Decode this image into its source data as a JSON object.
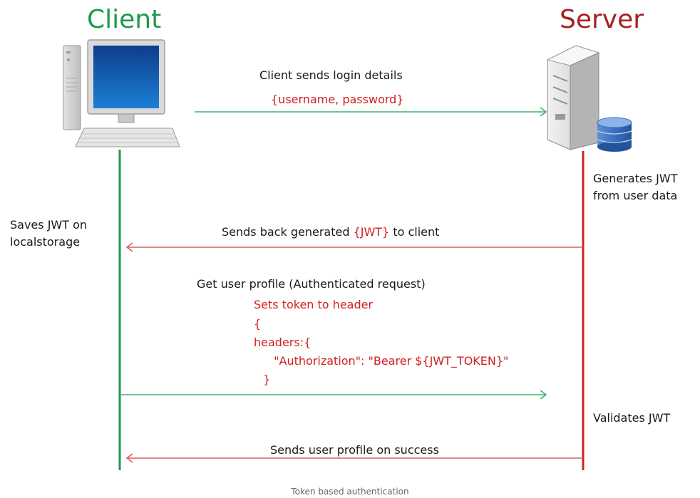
{
  "titles": {
    "client": "Client",
    "server": "Server"
  },
  "messages": {
    "login_label": "Client sends login details",
    "login_payload": "{username, password}",
    "sendback_prefix": "Sends back generated ",
    "sendback_token": "{JWT}",
    "sendback_suffix": " to client",
    "profile_request_label": "Get user profile (Authenticated request)",
    "profile_code": [
      "Sets token to header",
      "{",
      "headers:{",
      "  \"Authorization\": \"Bearer ${JWT_TOKEN}\"",
      " }"
    ],
    "profile_response_label": "Sends user profile on success"
  },
  "notes": {
    "server_generates_line1": "Generates JWT",
    "server_generates_line2": "from user data",
    "client_saves_line1": "Saves JWT on",
    "client_saves_line2": "localstorage",
    "server_validates": "Validates JWT"
  },
  "caption": "Token based authentication",
  "colors": {
    "client": "#1e9a4b",
    "server": "#d21f1f",
    "client_arrow": "#3db36b",
    "server_arrow": "#d96060",
    "payload_text": "#d21f1f"
  },
  "icons": {
    "client": "desktop-computer-icon",
    "server": "server-tower-icon",
    "database": "database-icon"
  }
}
